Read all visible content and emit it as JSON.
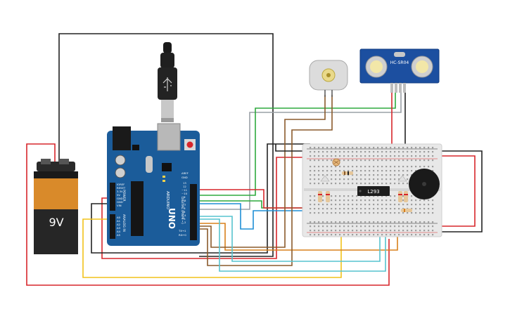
{
  "battery": {
    "label": "9V"
  },
  "sensor": {
    "model": "HC-SR04"
  },
  "arduino": {
    "brand": "ARDUINO",
    "model": "UNO",
    "power_labels": [
      "IOREF",
      "RESET",
      "3.3V",
      "5V",
      "GND",
      "GND",
      "VIN"
    ],
    "analog_labels": [
      "A0",
      "A1",
      "A2",
      "A3",
      "A4",
      "A5"
    ],
    "header_labels": [
      "AREF",
      "GND",
      "13",
      "12",
      "~11",
      "~10",
      "~9",
      "8",
      "7",
      "~6",
      "~5",
      "4",
      "~3",
      "2",
      "TX→1",
      "RX←0"
    ],
    "digital_text": "DIGITAL (PWM ~)",
    "analog_text": "ANALOG IN",
    "power_text": "POWER"
  },
  "ic": {
    "label": "L293"
  },
  "colors": {
    "red": "#d7262b",
    "black": "#222222",
    "green": "#2eaa3e",
    "blue": "#1f8fd6",
    "orange": "#d9801c",
    "yellow": "#f2c21a",
    "brown": "#8a5a2b",
    "gray": "#9aa0a6",
    "cyan": "#57c3cf",
    "board": "#1b5c9a",
    "breadboard": "#ececec"
  }
}
